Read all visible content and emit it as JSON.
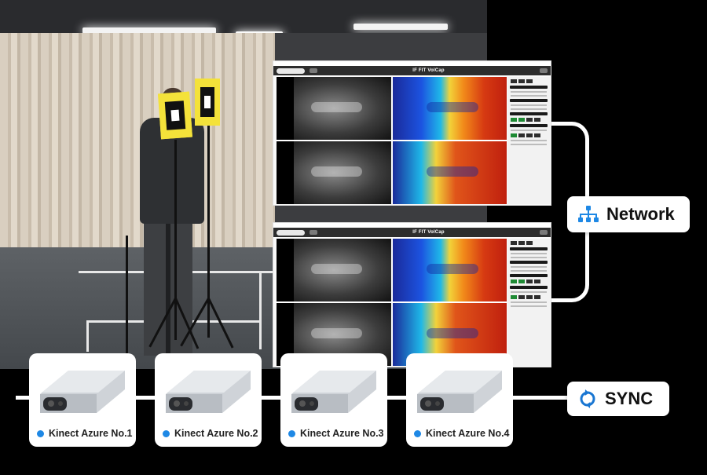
{
  "software": {
    "app_title": "IF FIT VolCap"
  },
  "network": {
    "label": "Network",
    "icon": "network-icon"
  },
  "sync": {
    "label": "SYNC",
    "icon": "sync-icon"
  },
  "devices": [
    {
      "label": "Kinect Azure No.1"
    },
    {
      "label": "Kinect Azure No.2"
    },
    {
      "label": "Kinect Azure No.3"
    },
    {
      "label": "Kinect Azure No.4"
    }
  ],
  "colors": {
    "accent_blue": "#1e88e5",
    "sync_blue": "#1976d2",
    "marker_yellow": "#f4e23a"
  }
}
